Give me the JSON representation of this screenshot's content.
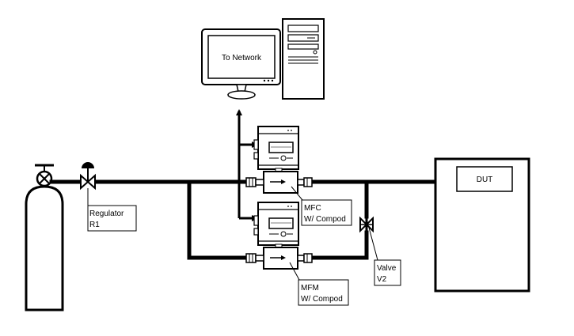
{
  "computer": {
    "screen_text": "To Network"
  },
  "regulator": {
    "line1": "Regulator",
    "line2": "R1"
  },
  "mfc": {
    "line1": "MFC",
    "line2": "W/ Compod"
  },
  "mfm": {
    "line1": "MFM",
    "line2": "W/ Compod"
  },
  "valve": {
    "line1": "Valve",
    "line2": "V2"
  },
  "dut": {
    "label": "DUT"
  }
}
